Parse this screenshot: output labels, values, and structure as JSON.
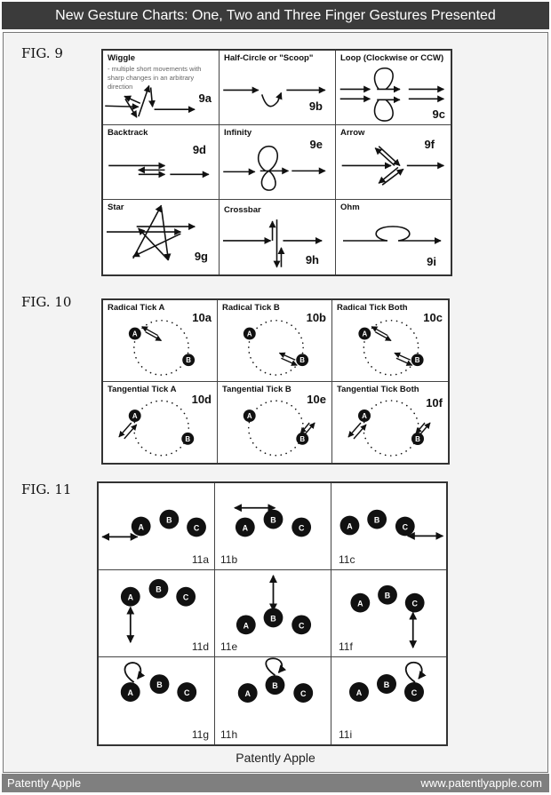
{
  "header": {
    "title": "New Gesture Charts:  One, Two and Three Finger Gestures Presented"
  },
  "figures": {
    "fig9": {
      "label": "FIG. 9",
      "cells": [
        {
          "title": "Wiggle",
          "subtitle": " - multiple short movements with sharp changes in an arbitrary direction",
          "code": "9a"
        },
        {
          "title": "Half-Circle or \"Scoop\"",
          "code": "9b"
        },
        {
          "title": "Loop (Clockwise or CCW)",
          "code": "9c"
        },
        {
          "title": "Backtrack",
          "code": "9d"
        },
        {
          "title": "Infinity",
          "code": "9e"
        },
        {
          "title": "Arrow",
          "code": "9f"
        },
        {
          "title": "Star",
          "code": "9g"
        },
        {
          "title": "Crossbar",
          "code": "9h"
        },
        {
          "title": "Ohm",
          "code": "9i"
        }
      ]
    },
    "fig10": {
      "label": "FIG. 10",
      "cells": [
        {
          "title": "Radical Tick A",
          "code": "10a"
        },
        {
          "title": "Radical Tick B",
          "code": "10b"
        },
        {
          "title": "Radical Tick Both",
          "code": "10c"
        },
        {
          "title": "Tangential Tick A",
          "code": "10d"
        },
        {
          "title": "Tangential Tick B",
          "code": "10e"
        },
        {
          "title": "Tangential Tick Both",
          "code": "10f"
        }
      ],
      "finger_labels": [
        "A",
        "B"
      ]
    },
    "fig11": {
      "label": "FIG. 11",
      "cells": [
        {
          "code": "11a"
        },
        {
          "code": "11b"
        },
        {
          "code": "11c"
        },
        {
          "code": "11d"
        },
        {
          "code": "11e"
        },
        {
          "code": "11f"
        },
        {
          "code": "11g"
        },
        {
          "code": "11h"
        },
        {
          "code": "11i"
        }
      ],
      "finger_labels": [
        "A",
        "B",
        "C"
      ]
    }
  },
  "caption": "Patently Apple",
  "footer": {
    "left": "Patently Apple",
    "right": "www.patentlyapple.com"
  },
  "colors": {
    "titlebar": "#3b3b3b",
    "footer": "#7f7f7f",
    "panel": "#f3f3f3",
    "ink": "#111111"
  }
}
